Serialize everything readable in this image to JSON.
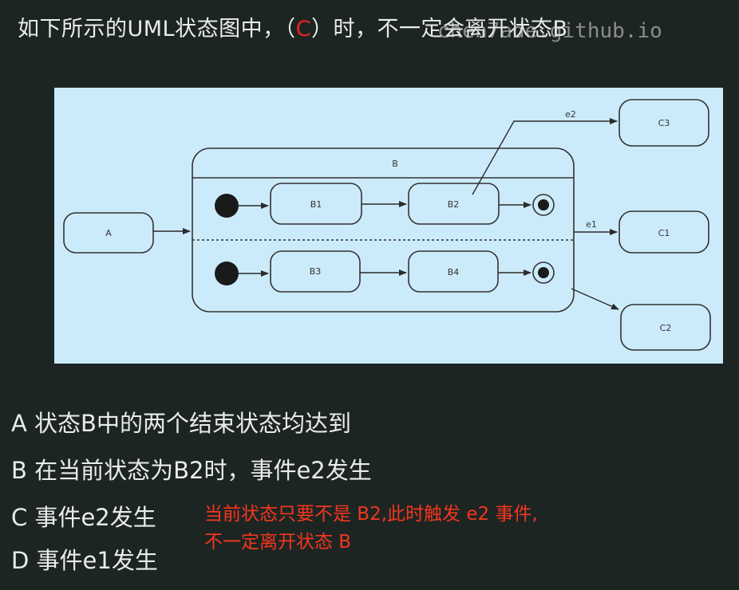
{
  "question": {
    "text_before": "如下所示的UML状态图中，（",
    "answer": "C",
    "text_after": "）时，不一定会离开状态B"
  },
  "watermark": "chen7ade.github.io",
  "diagram": {
    "states": {
      "A": "A",
      "B": "B",
      "B1": "B1",
      "B2": "B2",
      "B3": "B3",
      "B4": "B4",
      "C1": "C1",
      "C2": "C2",
      "C3": "C3"
    },
    "events": {
      "e1": "e1",
      "e2": "e2"
    }
  },
  "options": [
    "A 状态B中的两个结束状态均达到",
    "B 在当前状态为B2时，事件e2发生",
    "C 事件e2发生",
    "D 事件e1发生"
  ],
  "annotation": [
    "当前状态只要不是 B2,此时触发 e2 事件,",
    "不一定离开状态 B"
  ],
  "colors": {
    "background": "#1d2523",
    "diagram_bg": "#ccebfa",
    "answer_red": "#e8231b",
    "note_red": "#f4361e"
  }
}
